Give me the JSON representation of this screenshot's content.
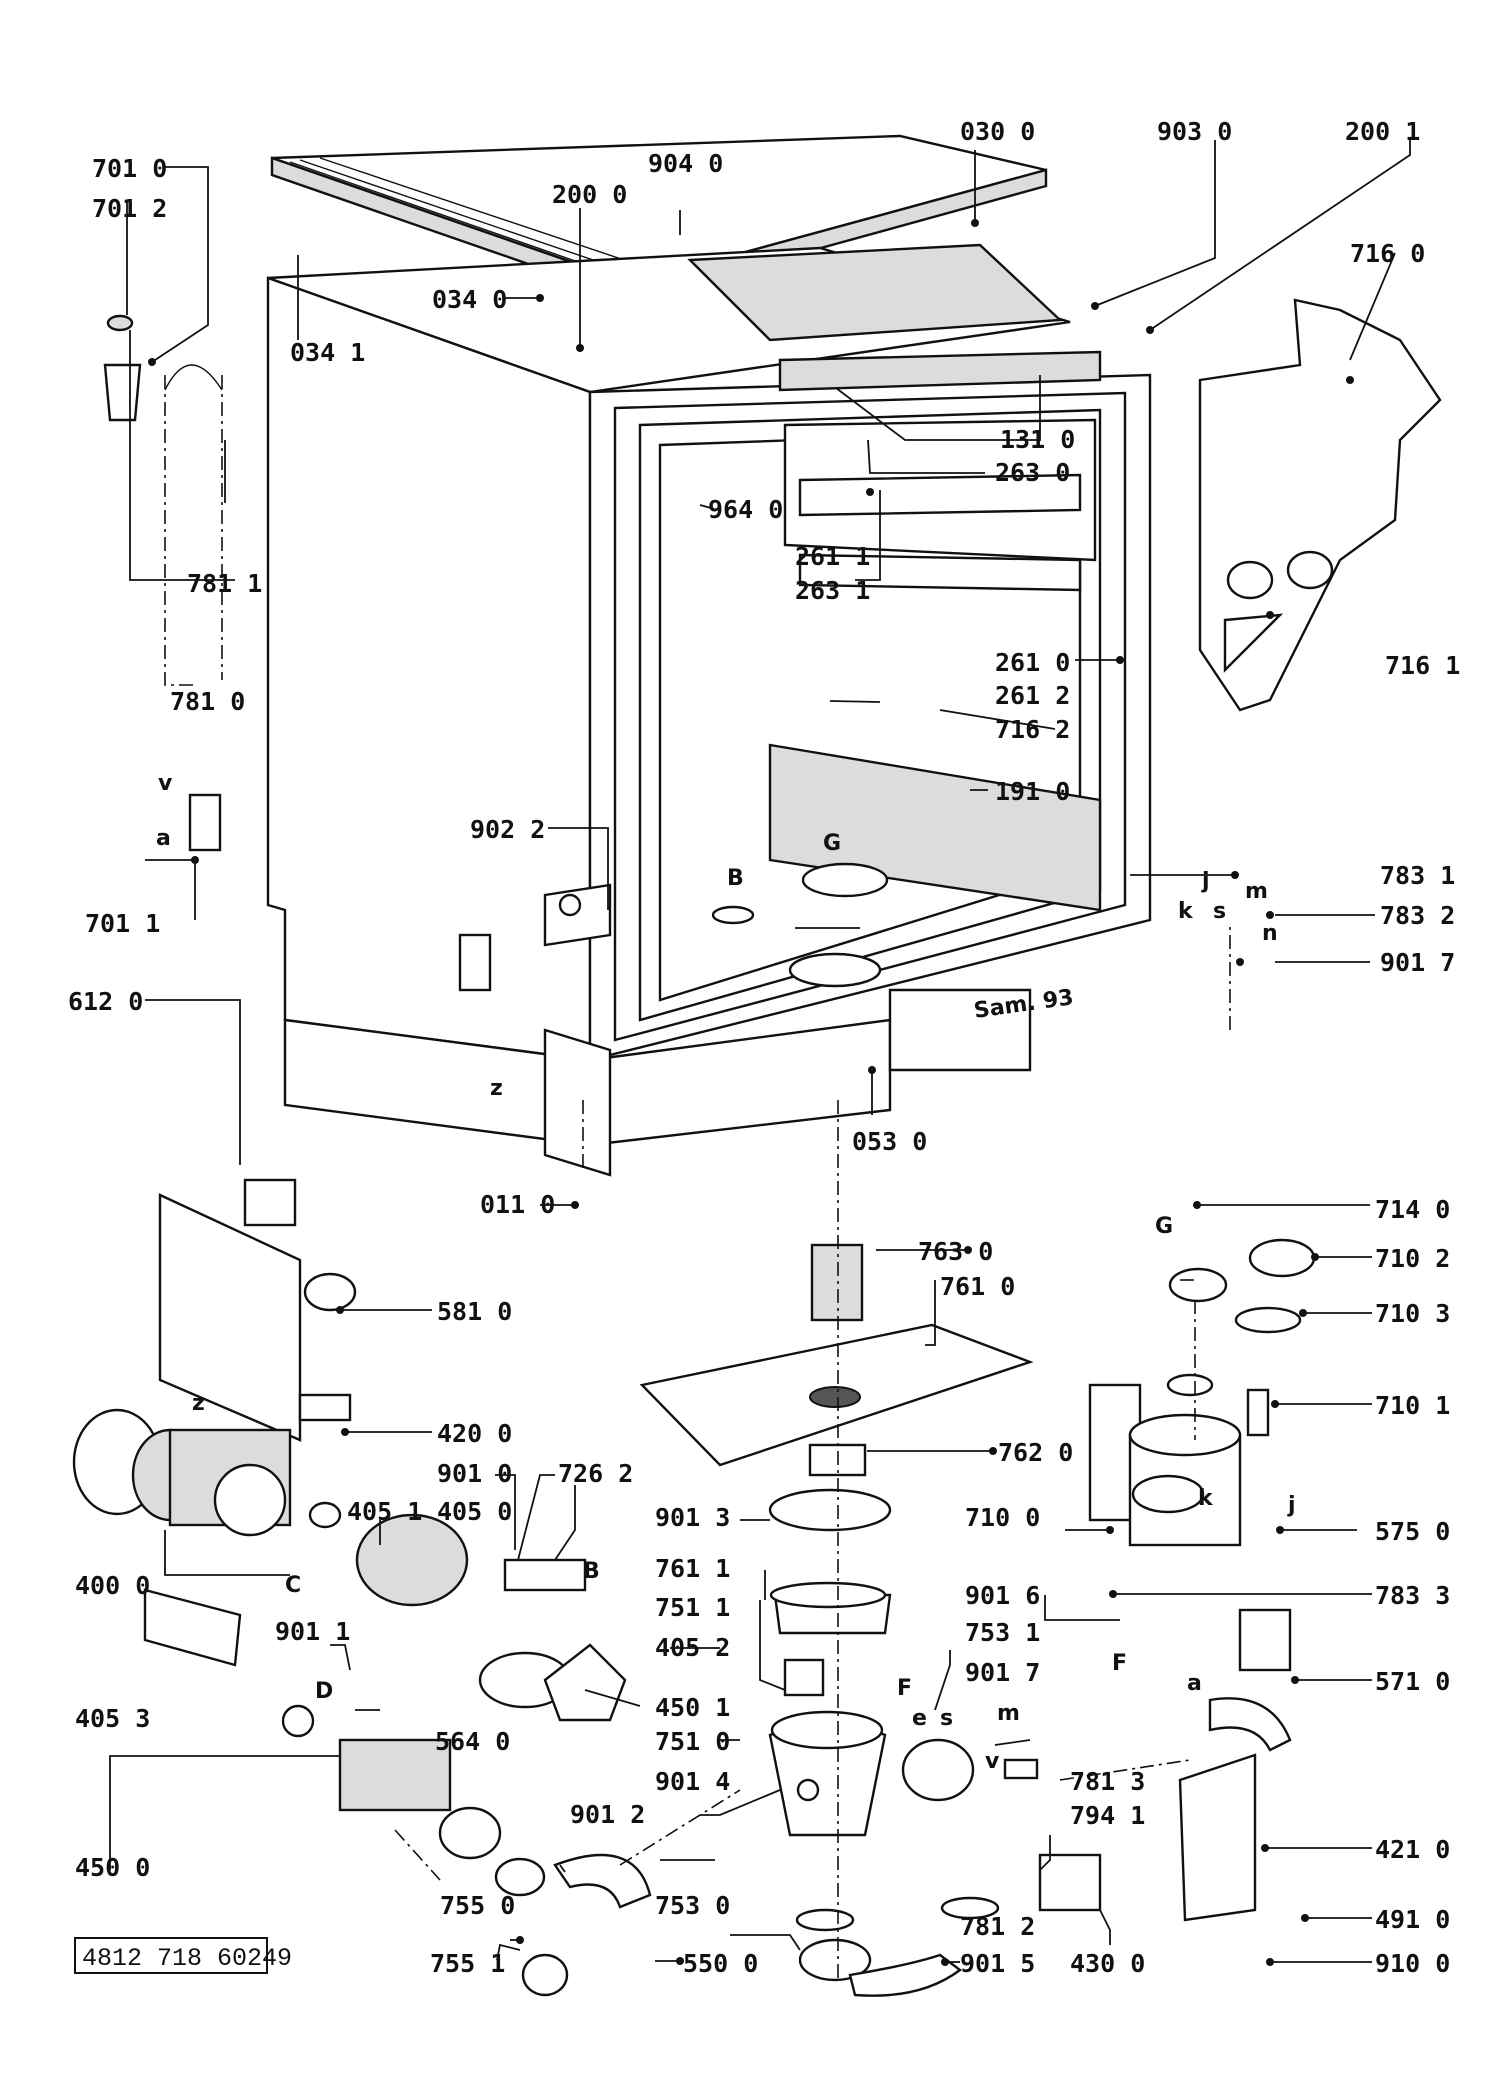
{
  "diagram": {
    "document_number": "4812 718 60249",
    "drawing_mark": "Sam. 93",
    "part_labels": [
      "030 0",
      "903 0",
      "200 1",
      "904 0",
      "200 0",
      "701 0",
      "701 2",
      "716 0",
      "034 0",
      "034 1",
      "131 0",
      "263 0",
      "964 0",
      "781 1",
      "261 1",
      "263 1",
      "716 1",
      "261 0",
      "261 2",
      "781 0",
      "716 2",
      "191 0",
      "902 2",
      "783 1",
      "783 2",
      "701 1",
      "901 7",
      "612 0",
      "053 0",
      "011 0",
      "714 0",
      "763 0",
      "710 2",
      "761 0",
      "581 0",
      "710 3",
      "710 1",
      "420 0",
      "762 0",
      "901 0",
      "726 2",
      "405 1",
      "405 0",
      "901 3",
      "710 0",
      "575 0",
      "400 0",
      "761 1",
      "783 3",
      "901 6",
      "901 1",
      "751 1",
      "753 1",
      "405 2",
      "571 0",
      "901 7",
      "405 3",
      "450 1",
      "564 0",
      "751 0",
      "901 4",
      "781 3",
      "901 2",
      "794 1",
      "450 0",
      "421 0",
      "755 0",
      "753 0",
      "781 2",
      "491 0",
      "755 1",
      "550 0",
      "901 5",
      "430 0",
      "910 0"
    ],
    "connector_letters": [
      "v",
      "a",
      "z",
      "G",
      "B",
      "k",
      "s",
      "j",
      "m",
      "n",
      "C",
      "D",
      "B",
      "F",
      "e",
      "s",
      "m",
      "v",
      "G",
      "k",
      "j",
      "F",
      "a",
      "z"
    ]
  }
}
